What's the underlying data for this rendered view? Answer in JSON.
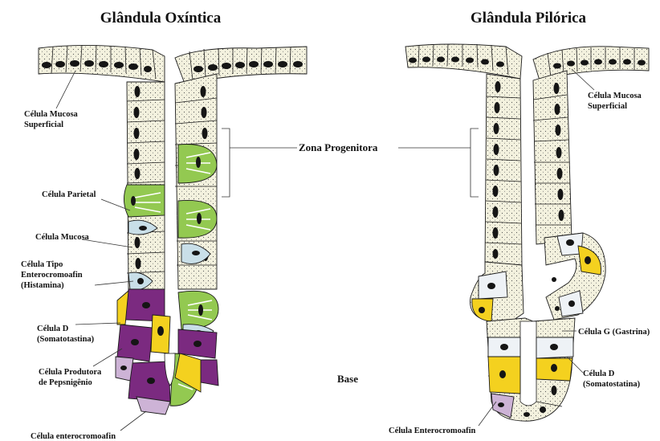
{
  "titles": {
    "oxyntic": "Glândula Oxíntica",
    "pyloric": "Glândula Pilórica"
  },
  "labels": {
    "progenitor_zone": "Zona Progenitora",
    "base": "Base",
    "oxyntic": {
      "surface_mucous_1": "Célula Mucosa",
      "surface_mucous_2": "Superficial",
      "parietal": "Célula Parietal",
      "mucous": "Célula Mucosa",
      "ecl_1": "Célula  Tipo",
      "ecl_2": "Enterocromoafin",
      "ecl_3": "(Histamina)",
      "d_cell_1": "Célula D",
      "d_cell_2": "(Somatotastina)",
      "chief_1": "Célula Produtora",
      "chief_2": "de Pepsnigênio",
      "enterochromaffin": "Célula enterocromoafin"
    },
    "pyloric": {
      "surface_mucous_1": "Célula Mucosa",
      "surface_mucous_2": "Superficial",
      "g_cell": "Célula G (Gastrina)",
      "d_cell_1": "Célula D",
      "d_cell_2": "(Somatostatina)",
      "enterochromaffin": "Célula Enterocromoafin"
    }
  },
  "colors": {
    "mucous_cell": "#f3f1de",
    "parietal_cell": "#93c951",
    "chief_cell": "#7b2a80",
    "d_cell": "#f4d11f",
    "ecl_cell": "#c9dfe8",
    "enterochromaffin_cell": "#cdb3d6",
    "g_cell": "#eef2f6",
    "nucleus": "#151515"
  }
}
